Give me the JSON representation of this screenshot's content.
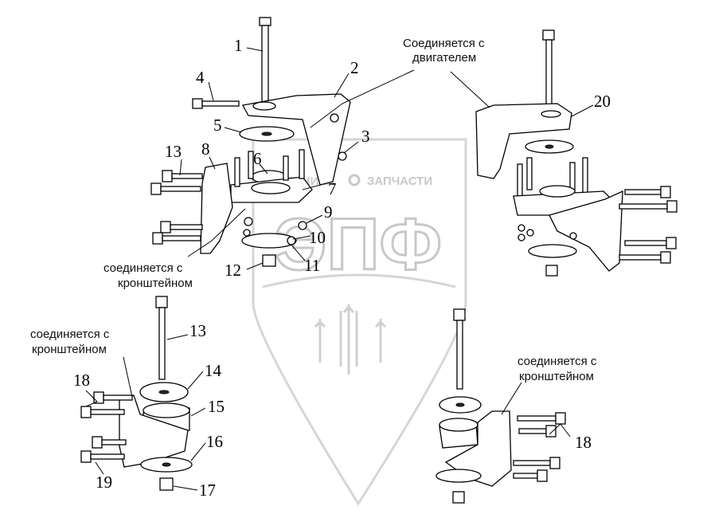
{
  "watermark": {
    "text": "ЭПФ",
    "tagline_left": "ТЕХНИКА",
    "tagline_right": "ЗАПЧАСТИ"
  },
  "labels": {
    "n1": "1",
    "n2": "2",
    "n3": "3",
    "n4": "4",
    "n5": "5",
    "n6": "6",
    "n7": "7",
    "n8": "8",
    "n9": "9",
    "n10": "10",
    "n11": "11",
    "n12": "12",
    "n13a": "13",
    "n13b": "13",
    "n14": "14",
    "n15": "15",
    "n16": "16",
    "n17": "17",
    "n18a": "18",
    "n18b": "18",
    "n19": "19",
    "n20": "20"
  },
  "captions": {
    "engine_line1": "Соединяется с",
    "engine_line2": "двигателем",
    "bracket_a_line1": "соединяется с",
    "bracket_a_line2": "кронштейном",
    "bracket_b_line1": "соединяется с",
    "bracket_b_line2": "кронштейном",
    "bracket_c_line1": "соединяется с",
    "bracket_c_line2": "кронштейном"
  }
}
